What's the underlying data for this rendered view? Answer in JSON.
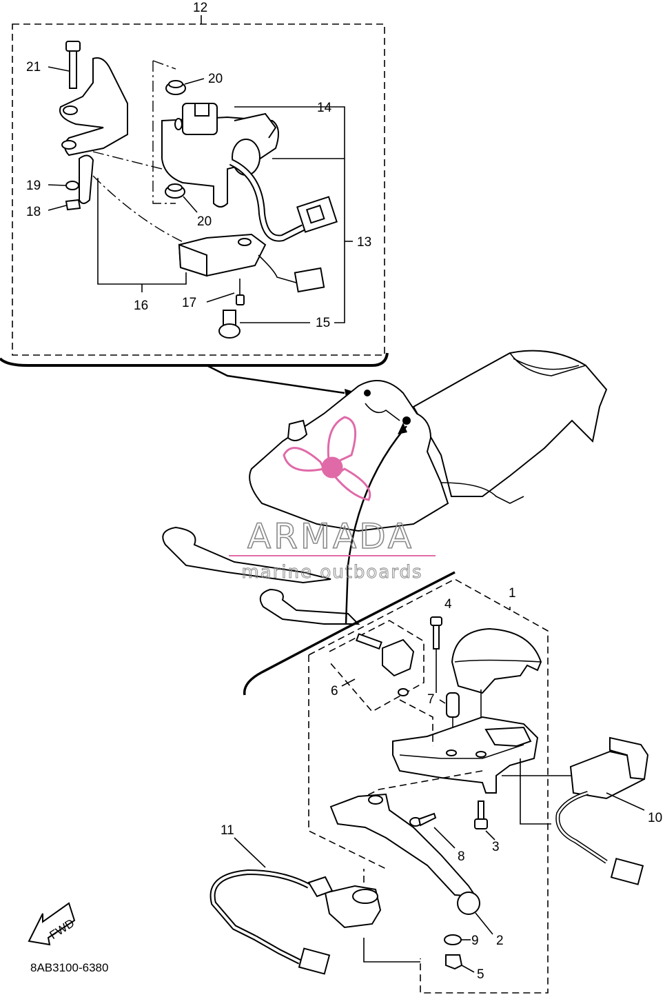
{
  "diagram_code": "8AB3100-6380",
  "fwd_label": "FWD",
  "watermark": {
    "brand": "ARMADA",
    "tagline": "marine outboards",
    "color": "#e06aa8"
  },
  "callouts": [
    "1",
    "2",
    "3",
    "4",
    "5",
    "6",
    "7",
    "8",
    "9",
    "10",
    "11",
    "12",
    "13",
    "14",
    "15",
    "16",
    "17",
    "18",
    "19",
    "20",
    "20",
    "21"
  ]
}
